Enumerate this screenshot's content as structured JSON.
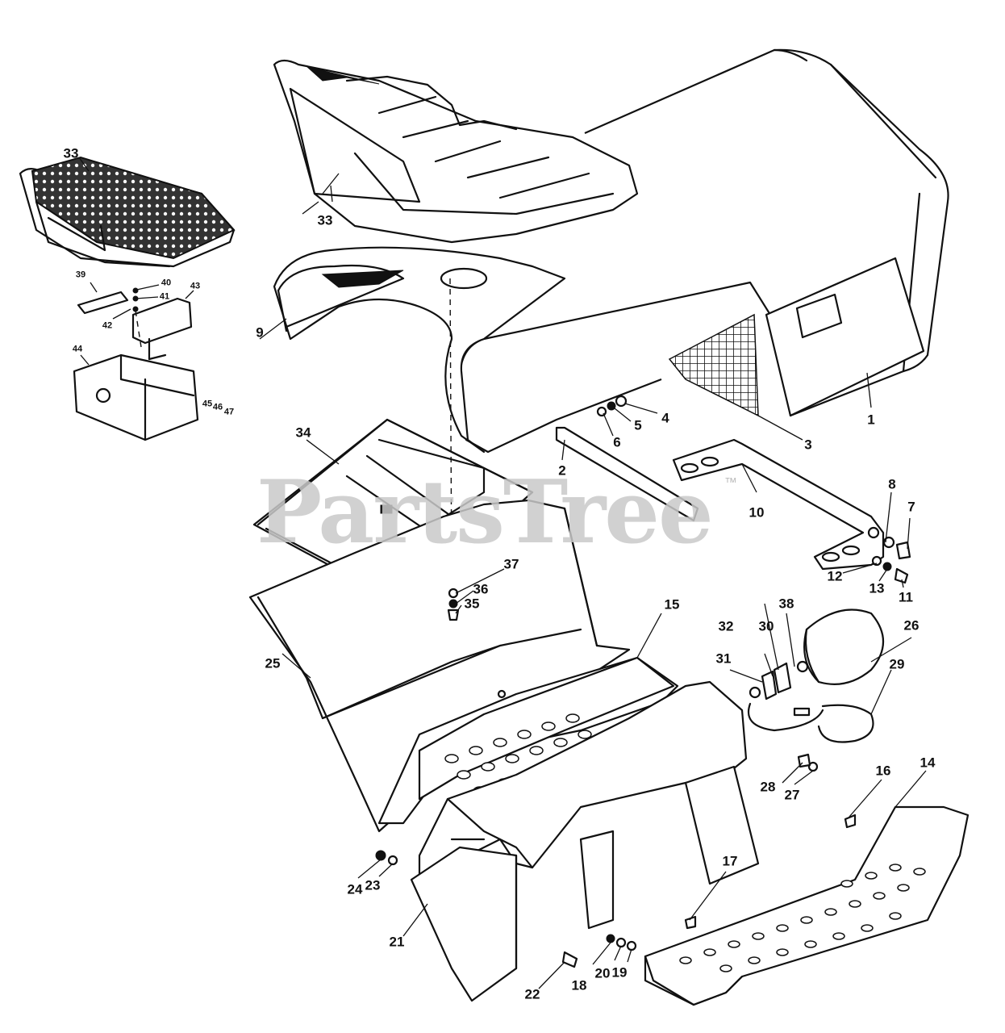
{
  "watermark": {
    "text": "PartsTree",
    "trademark": "™"
  },
  "callouts": [
    {
      "id": "p1",
      "text": "1"
    },
    {
      "id": "p2",
      "text": "2"
    },
    {
      "id": "p3",
      "text": "3"
    },
    {
      "id": "p4",
      "text": "4"
    },
    {
      "id": "p5",
      "text": "5"
    },
    {
      "id": "p6",
      "text": "6"
    },
    {
      "id": "p7",
      "text": "7"
    },
    {
      "id": "p8",
      "text": "8"
    },
    {
      "id": "p9",
      "text": "9"
    },
    {
      "id": "p10",
      "text": "10"
    },
    {
      "id": "p11",
      "text": "11"
    },
    {
      "id": "p12",
      "text": "12"
    },
    {
      "id": "p13",
      "text": "13"
    },
    {
      "id": "p14",
      "text": "14"
    },
    {
      "id": "p15",
      "text": "15"
    },
    {
      "id": "p16",
      "text": "16"
    },
    {
      "id": "p17",
      "text": "17"
    },
    {
      "id": "p18",
      "text": "18"
    },
    {
      "id": "p19",
      "text": "19"
    },
    {
      "id": "p20",
      "text": "20"
    },
    {
      "id": "p21",
      "text": "21"
    },
    {
      "id": "p22",
      "text": "22"
    },
    {
      "id": "p23",
      "text": "23"
    },
    {
      "id": "p24",
      "text": "24"
    },
    {
      "id": "p25",
      "text": "25"
    },
    {
      "id": "p26",
      "text": "26"
    },
    {
      "id": "p27",
      "text": "27"
    },
    {
      "id": "p28",
      "text": "28"
    },
    {
      "id": "p29",
      "text": "29"
    },
    {
      "id": "p30",
      "text": "30"
    },
    {
      "id": "p31",
      "text": "31"
    },
    {
      "id": "p32",
      "text": "32"
    },
    {
      "id": "p33a",
      "text": "33"
    },
    {
      "id": "p33b",
      "text": "33"
    },
    {
      "id": "p34",
      "text": "34"
    },
    {
      "id": "p35",
      "text": "35"
    },
    {
      "id": "p36",
      "text": "36"
    },
    {
      "id": "p37",
      "text": "37"
    },
    {
      "id": "p38",
      "text": "38"
    },
    {
      "id": "p39",
      "text": "39"
    },
    {
      "id": "p40",
      "text": "40"
    },
    {
      "id": "p41",
      "text": "41"
    },
    {
      "id": "p42",
      "text": "42"
    },
    {
      "id": "p43",
      "text": "43"
    },
    {
      "id": "p44",
      "text": "44"
    },
    {
      "id": "p45",
      "text": "45"
    },
    {
      "id": "p46",
      "text": "46"
    },
    {
      "id": "p47",
      "text": "47"
    }
  ]
}
